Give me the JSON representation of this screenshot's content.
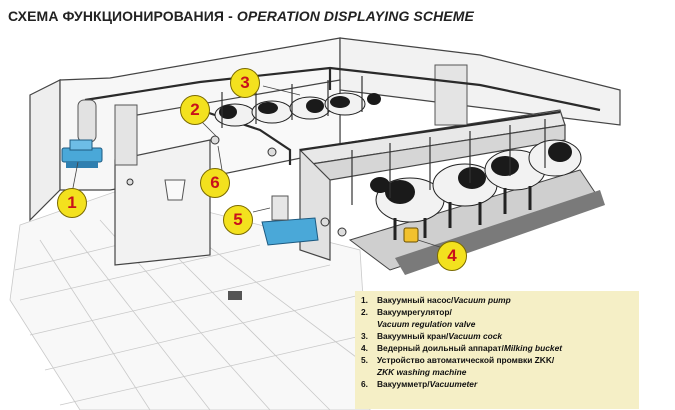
{
  "title": {
    "ru": "СХЕМА ФУНКЦИОНИРОВАНИЯ",
    "separator": "-",
    "en": "OPERATION DISPLAYING SCHEME"
  },
  "markers": [
    "1",
    "2",
    "3",
    "4",
    "5",
    "6"
  ],
  "legend": [
    {
      "num": "1.",
      "ru": "Вакуумный насос/",
      "en": "Vacuum pump",
      "cont": ""
    },
    {
      "num": "2.",
      "ru": "Вакуумрегулятор/",
      "en": "",
      "cont": "Vacuum regulation valve"
    },
    {
      "num": "3.",
      "ru": "Вакуумный кран/",
      "en": "Vacuum cock",
      "cont": ""
    },
    {
      "num": "4.",
      "ru": "Ведерный доильный аппарат/",
      "en": "Milking bucket",
      "cont": ""
    },
    {
      "num": "5.",
      "ru": "Устройство автоматической промвки ZKK/",
      "en": "",
      "cont": "ZKK washing machine"
    },
    {
      "num": "6.",
      "ru": "Вакуумметр/",
      "en": "Vacuumeter",
      "cont": ""
    }
  ],
  "colors": {
    "marker_fill": "#f3e11e",
    "marker_text": "#c8111b",
    "legend_bg": "#f5efc6",
    "pipe": "#2a2a2a",
    "equipment_blue": "#4aa8d8"
  }
}
